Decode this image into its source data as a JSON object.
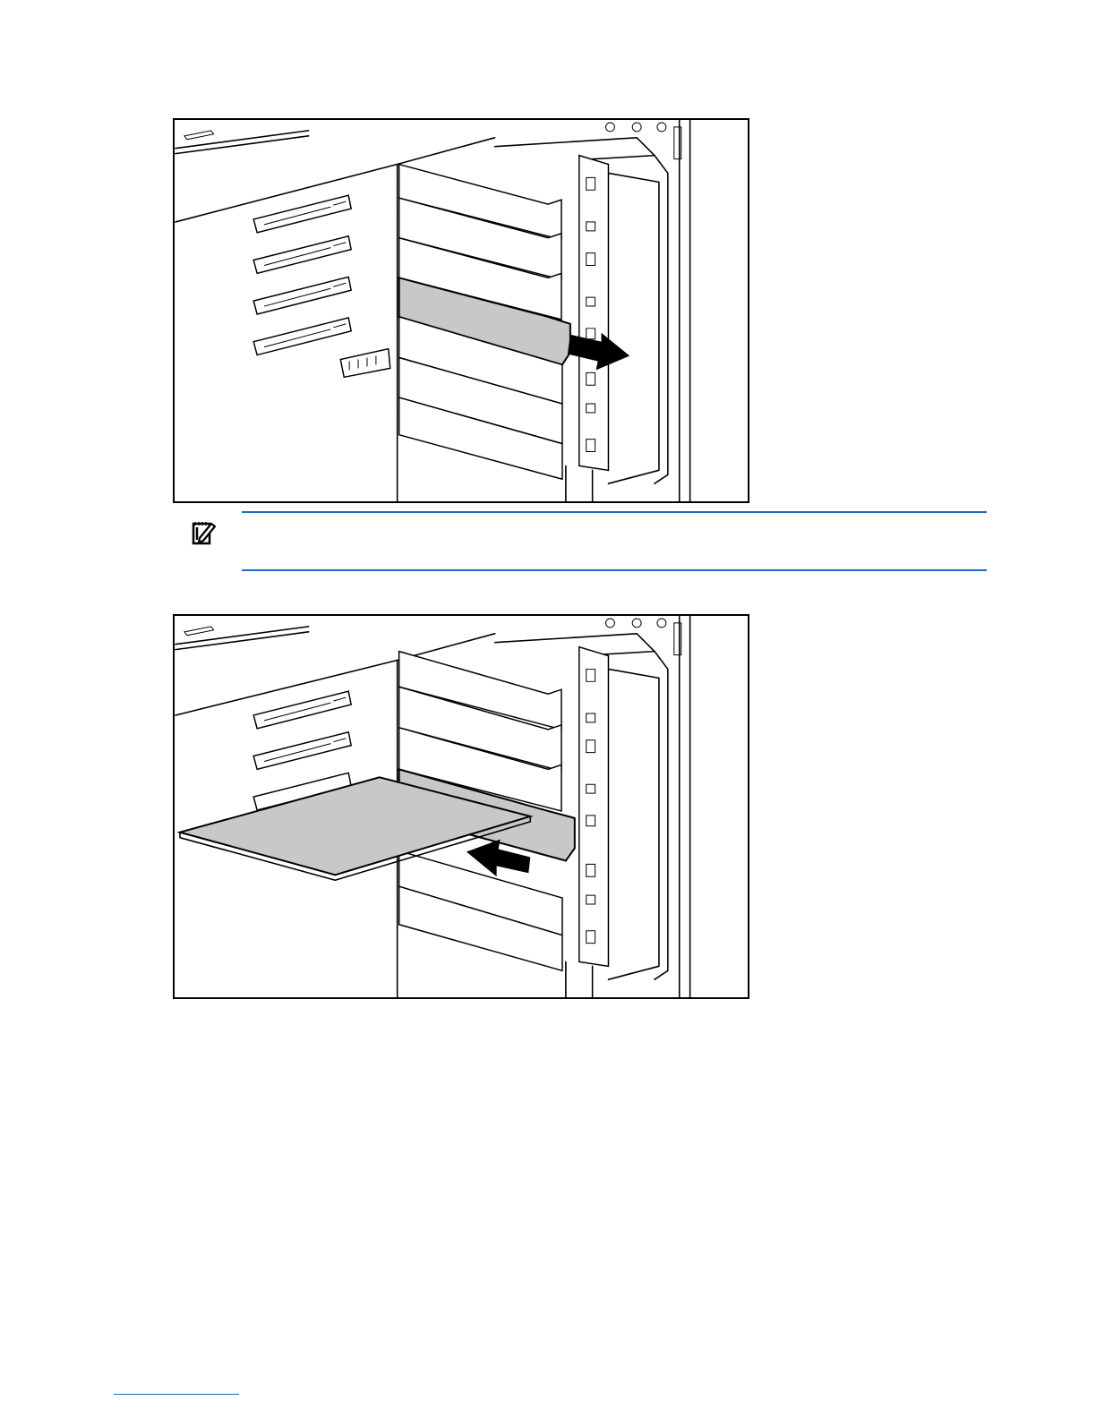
{
  "figures": [
    {
      "id": "remove-slot-cover",
      "arrow_direction": "right",
      "highlight_color": "#c8c8c8"
    },
    {
      "id": "install-expansion-board",
      "arrow_direction": "left",
      "highlight_color": "#c8c8c8"
    }
  ],
  "note": {
    "type": "important",
    "icon": "important-note-icon",
    "text": "",
    "rule_color": "#1f6bbf"
  },
  "footer": {
    "rule_color": "#1f6bbf"
  }
}
